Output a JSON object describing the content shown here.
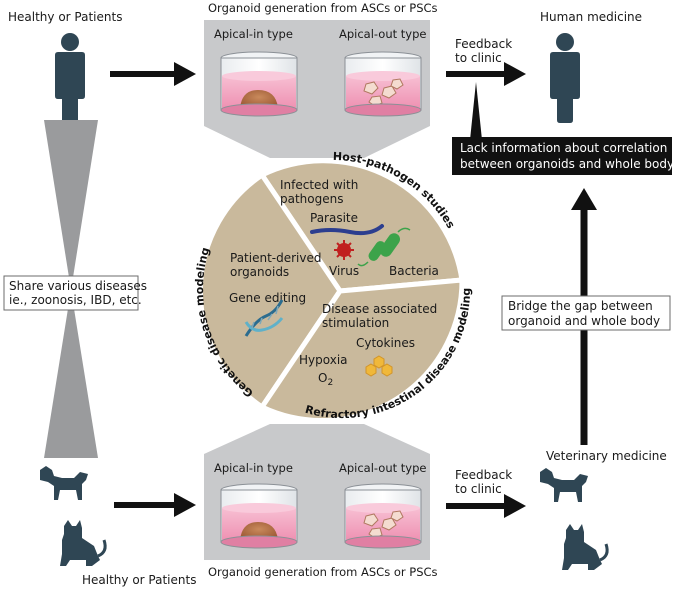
{
  "top": {
    "source_label": "Healthy or Patients",
    "generation_title": "Organoid generation from ASCs or PSCs",
    "apical_in": "Apical-in type",
    "apical_out": "Apical-out type",
    "feedback_line1": "Feedback",
    "feedback_line2": "to clinic",
    "target_label": "Human medicine"
  },
  "bottom": {
    "source_label": "Healthy or Patients",
    "generation_title": "Organoid generation from ASCs or PSCs",
    "apical_in": "Apical-in type",
    "apical_out": "Apical-out type",
    "feedback_line1": "Feedback",
    "feedback_line2": "to clinic",
    "target_label": "Veterinary medicine"
  },
  "share_box": {
    "line1": "Share various diseases",
    "line2": "ie., zoonosis, IBD, etc."
  },
  "lack_box": {
    "line1": "Lack information about correlation",
    "line2": "between organoids and whole body"
  },
  "bridge_box": {
    "line1": "Bridge the gap between",
    "line2": "organoid and whole body"
  },
  "circle": {
    "host_pathogen": {
      "title": "Host-pathogen studies",
      "infected_line1": "Infected with",
      "infected_line2": "pathogens",
      "parasite": "Parasite",
      "virus": "Virus",
      "bacteria": "Bacteria"
    },
    "genetic": {
      "title": "Genetic disease modeling",
      "patient_line1": "Patient-derived",
      "patient_line2": "organoids",
      "gene_editing": "Gene editing"
    },
    "refractory": {
      "title": "Refractory intestinal disease modeling",
      "stim_line1": "Disease associated",
      "stim_line2": "stimulation",
      "cytokines": "Cytokines",
      "hypoxia": "Hypoxia",
      "o2_main": "O",
      "o2_sub": "2"
    }
  },
  "colors": {
    "panel_gray": "#c8c9cb",
    "sector_tan": "#c9b99c",
    "person_navy": "#2f4654",
    "dish_pink": "#f5b0c8",
    "organoid_brown": "#b5714a",
    "black_box": "#111111"
  }
}
